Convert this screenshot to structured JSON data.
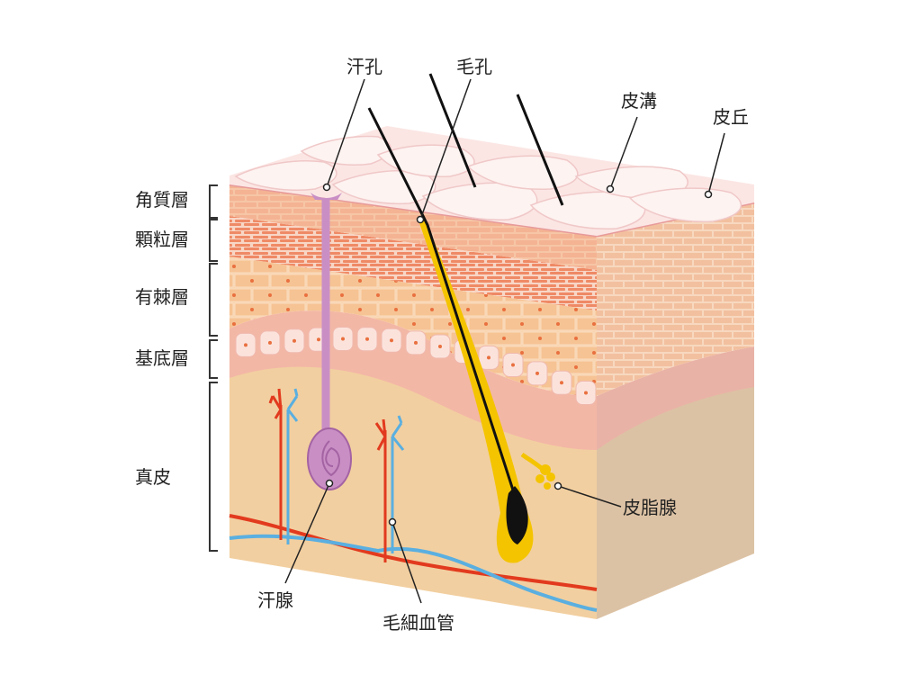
{
  "labels": {
    "sweat_pore": "汗孔",
    "hair_pore": "毛孔",
    "skin_groove": "皮溝",
    "skin_ridge": "皮丘",
    "sebaceous_gland": "皮脂腺",
    "sweat_gland": "汗腺",
    "capillary": "毛細血管"
  },
  "layers": [
    {
      "name": "角質層"
    },
    {
      "name": "顆粒層"
    },
    {
      "name": "有棘層"
    },
    {
      "name": "基底層"
    },
    {
      "name": "真皮"
    }
  ],
  "colors": {
    "stratum_corneum": "#f6cfd0",
    "granular": "#f4a98c",
    "spinous": "#f6c79c",
    "basal": "#f3b7a6",
    "dermis": "#f2cfa0",
    "side_dermis": "#dcc2a4",
    "hair_sheath": "#f4c400",
    "hair": "#111111",
    "sweat_gland": "#c98fc5",
    "artery": "#e23a1e",
    "vein": "#5aafe0"
  }
}
